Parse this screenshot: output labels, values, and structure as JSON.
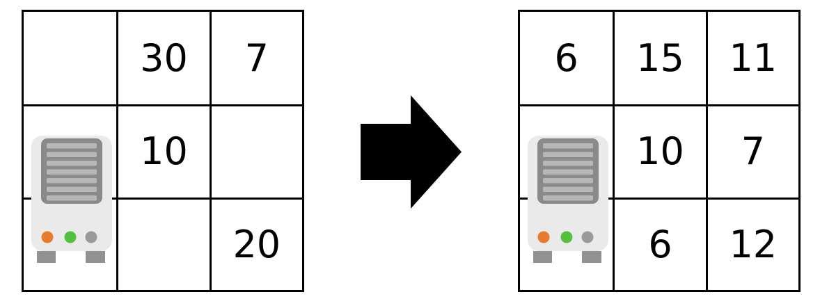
{
  "figure": {
    "background": "#ffffff",
    "grid_line_color": "#000000",
    "text_color": "#000000"
  },
  "arrow": {
    "icon": "right-arrow",
    "color": "#000000"
  },
  "grids": [
    {
      "id": "before",
      "cells": [
        "",
        "30",
        "7",
        "",
        "10",
        "",
        "",
        "",
        "20"
      ],
      "server_icon_position": "left-column-middle"
    },
    {
      "id": "after",
      "cells": [
        "6",
        "15",
        "11",
        "",
        "10",
        "7",
        "",
        "6",
        "12"
      ],
      "server_icon_position": "left-column-middle"
    }
  ],
  "server_icon": {
    "body": "#eaeaea",
    "grill": "#8a8a8a",
    "slat": "#b7b7b7",
    "led_orange": "#e87a2e",
    "led_green": "#52c13d",
    "led_gray": "#9a9a9a",
    "foot": "#929292"
  }
}
